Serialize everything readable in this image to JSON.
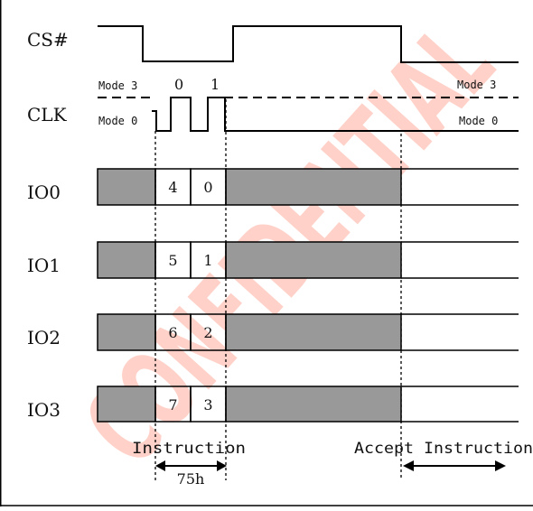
{
  "watermark": {
    "text": "CONFIDENTIAL",
    "color": "#ff6a4d"
  },
  "signals": {
    "cs": "CS#",
    "clk": "CLK",
    "io0": "IO0",
    "io1": "IO1",
    "io2": "IO2",
    "io3": "IO3"
  },
  "clock": {
    "mode_3": "Mode 3",
    "mode_0": "Mode 0",
    "edge_0": "0",
    "edge_1": "1"
  },
  "bits": {
    "io0": [
      "4",
      "0"
    ],
    "io1": [
      "5",
      "1"
    ],
    "io2": [
      "6",
      "2"
    ],
    "io3": [
      "7",
      "3"
    ]
  },
  "captions": {
    "instruction": "Instruction",
    "opcode": "75h",
    "accept": "Accept Instruction"
  },
  "colors": {
    "dont_care_fill": "#999999",
    "line": "#000000",
    "background": "#ffffff"
  }
}
